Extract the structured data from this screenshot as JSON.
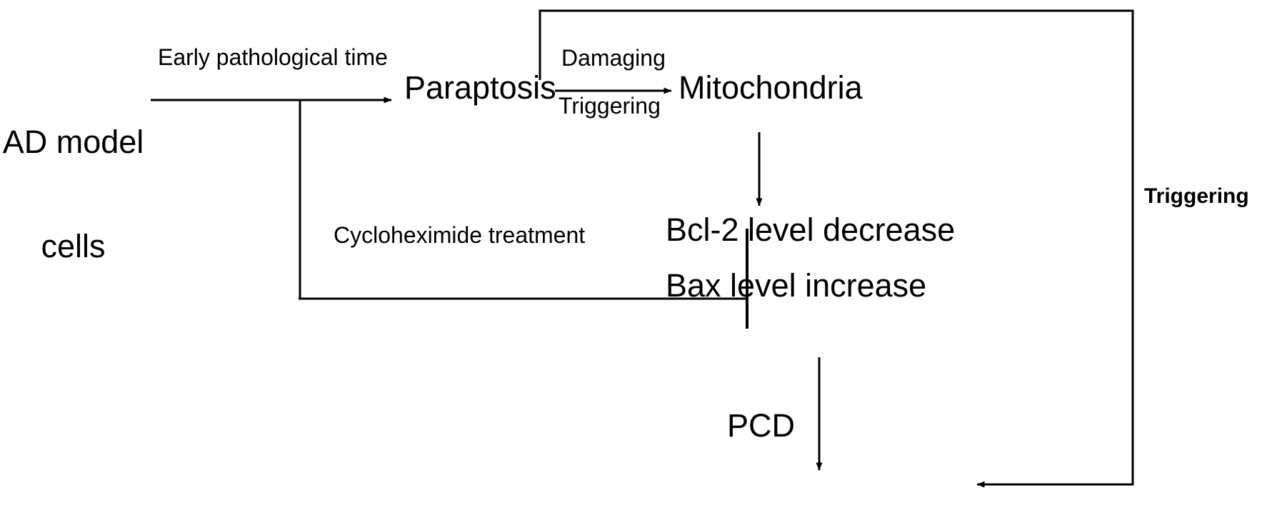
{
  "diagram": {
    "type": "flow-diagram",
    "background_color": "#ffffff",
    "line_color": "#000000",
    "nodes": [
      {
        "id": "ad-model-cells",
        "label_line1": "AD model",
        "label_line2": "cells"
      },
      {
        "id": "paraptosis",
        "label": "Paraptosis"
      },
      {
        "id": "mitochondria",
        "label": "Mitochondria"
      },
      {
        "id": "bcl2",
        "label": "Bcl-2 level decrease"
      },
      {
        "id": "bax",
        "label": "Bax level increase"
      },
      {
        "id": "pcd",
        "label": "PCD"
      }
    ],
    "edges": [
      {
        "id": "cells-to-paraptosis",
        "label": "Early pathological time",
        "kind": "arrow"
      },
      {
        "id": "paraptosis-to-mitochondria-above",
        "label": "Damaging",
        "kind": "arrow"
      },
      {
        "id": "paraptosis-to-mitochondria-below",
        "label": "Triggering",
        "kind": "arrow"
      },
      {
        "id": "cycloheximide-inhibition",
        "label": "Cycloheximide treatment",
        "kind": "inhibition"
      },
      {
        "id": "feedback-to-pcd",
        "label": "Triggering",
        "kind": "arrow"
      },
      {
        "id": "mitochondria-to-bcl2",
        "label": "",
        "kind": "arrow"
      },
      {
        "id": "bax-to-pcd",
        "label": "",
        "kind": "arrow"
      }
    ]
  },
  "labels": {
    "ad_model_line1": "AD model",
    "ad_model_line2": "cells",
    "paraptosis": "Paraptosis",
    "mitochondria": "Mitochondria",
    "bcl2": "Bcl-2 level decrease",
    "bax": "Bax level increase",
    "pcd": "PCD",
    "early_pathological_time": "Early pathological time",
    "damaging": "Damaging",
    "triggering_lower": "Triggering",
    "cycloheximide": "Cycloheximide treatment",
    "triggering_right": "Triggering"
  }
}
